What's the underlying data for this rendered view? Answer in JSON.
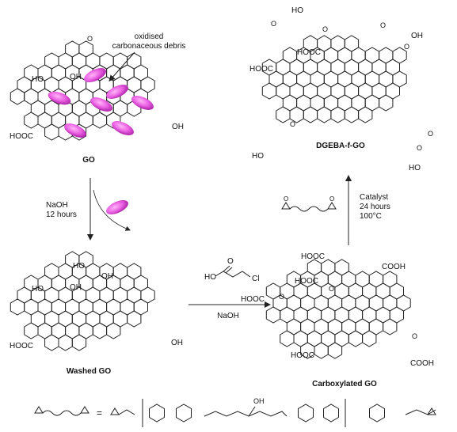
{
  "labels": {
    "go": "GO",
    "washed_go": "Washed GO",
    "carboxylated_go": "Carboxylated GO",
    "dgeba_go": "DGEBA-f-GO",
    "debris_line1": "oxidised",
    "debris_line2": "carbonaceous debris"
  },
  "steps": {
    "naoh": "NaOH",
    "time12": "12 hours",
    "reagent_ho": "HO",
    "reagent_cl": "Cl",
    "reagent_o": "O",
    "naoh2": "NaOH",
    "catalyst": "Catalyst",
    "time24": "24 hours",
    "temp": "100°C"
  },
  "groups": {
    "ho": "HO",
    "oh": "OH",
    "o": "O",
    "hooc": "HOOC",
    "cooh": "COOH"
  },
  "legend": {
    "equals": "=",
    "oh": "OH"
  },
  "colors": {
    "debris": "#e85ce0",
    "debris_dark": "#b02aa8",
    "line": "#222222"
  }
}
